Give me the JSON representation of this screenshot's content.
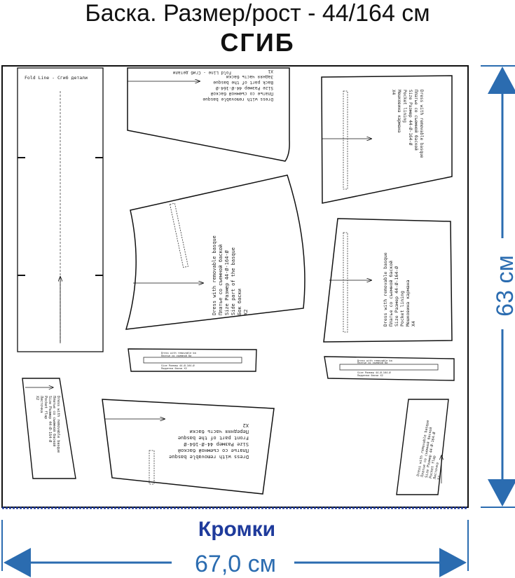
{
  "header": {
    "title": "Баска. Размер/рост - 44/164 см",
    "fold_label": "СГИБ"
  },
  "fabric": {
    "selvedge_label": "Кромки",
    "width_label": "67,0 см",
    "height_label": "63 см",
    "dimension_color": "#2b6cb0",
    "selvedge_color": "#1f3b9c"
  },
  "pieces": {
    "fold_strip": {
      "text": "Fold Line - Сгиб детали"
    },
    "top_center": {
      "top_text": "Fold Line - Сгиб детали",
      "lines": [
        "Dress with removable basque",
        "Платье со съемной баской",
        "Size Размер 44-Ø-164-Ø",
        "Back part of the basque",
        "Задняя часть баски",
        "X1"
      ]
    },
    "top_right": {
      "lines": [
        "Dress with removable basque",
        "Платье со съемной баской",
        "Size Размер 44-Ø-164-Ø",
        "Pocket lining",
        "Мешковина кармана",
        "X4"
      ]
    },
    "middle_center": {
      "lines": [
        "Dress with removable basque",
        "Платье со съемной баской",
        "Size Размер 44-Ø-164-Ø",
        "Side part of the basque",
        "Бок баски",
        "X2"
      ]
    },
    "middle_right": {
      "lines": [
        "Dress with removable basque",
        "Платье со съемной баской",
        "Size Размер 44-Ø-164-Ø",
        "Pocket lining",
        "Мешковина кармана",
        "X4"
      ]
    },
    "strip_left": {
      "lines": [
        "Dress with removable ba",
        "Платье со съемной ба",
        "Size Размер 44-Ø-164-Ø",
        "Подрезка баски X2"
      ]
    },
    "strip_right": {
      "lines": [
        "Dress with removable ba",
        "Платье со съемной ба",
        "Size Размер 44-Ø-164-Ø",
        "Подрезка баски X2"
      ]
    },
    "small_left": {
      "lines": [
        "Dress with removable basque",
        "Платье со съемной баской",
        "Size Размер 44-Ø-164-Ø",
        "Pocket flap",
        "Листочка",
        "X2"
      ]
    },
    "bottom_center": {
      "lines": [
        "Dress with removable basque",
        "Платье со съемной баской",
        "Size Размер 44-Ø-164-Ø",
        "Front part of the basque",
        "Передняя часть баски",
        "X2"
      ]
    },
    "small_right": {
      "lines": [
        "Dress with removable basque",
        "Платье со съемной баской",
        "Size Размер 44-Ø-164-Ø",
        "Pocket flap",
        "Листочка",
        "X4"
      ]
    }
  }
}
